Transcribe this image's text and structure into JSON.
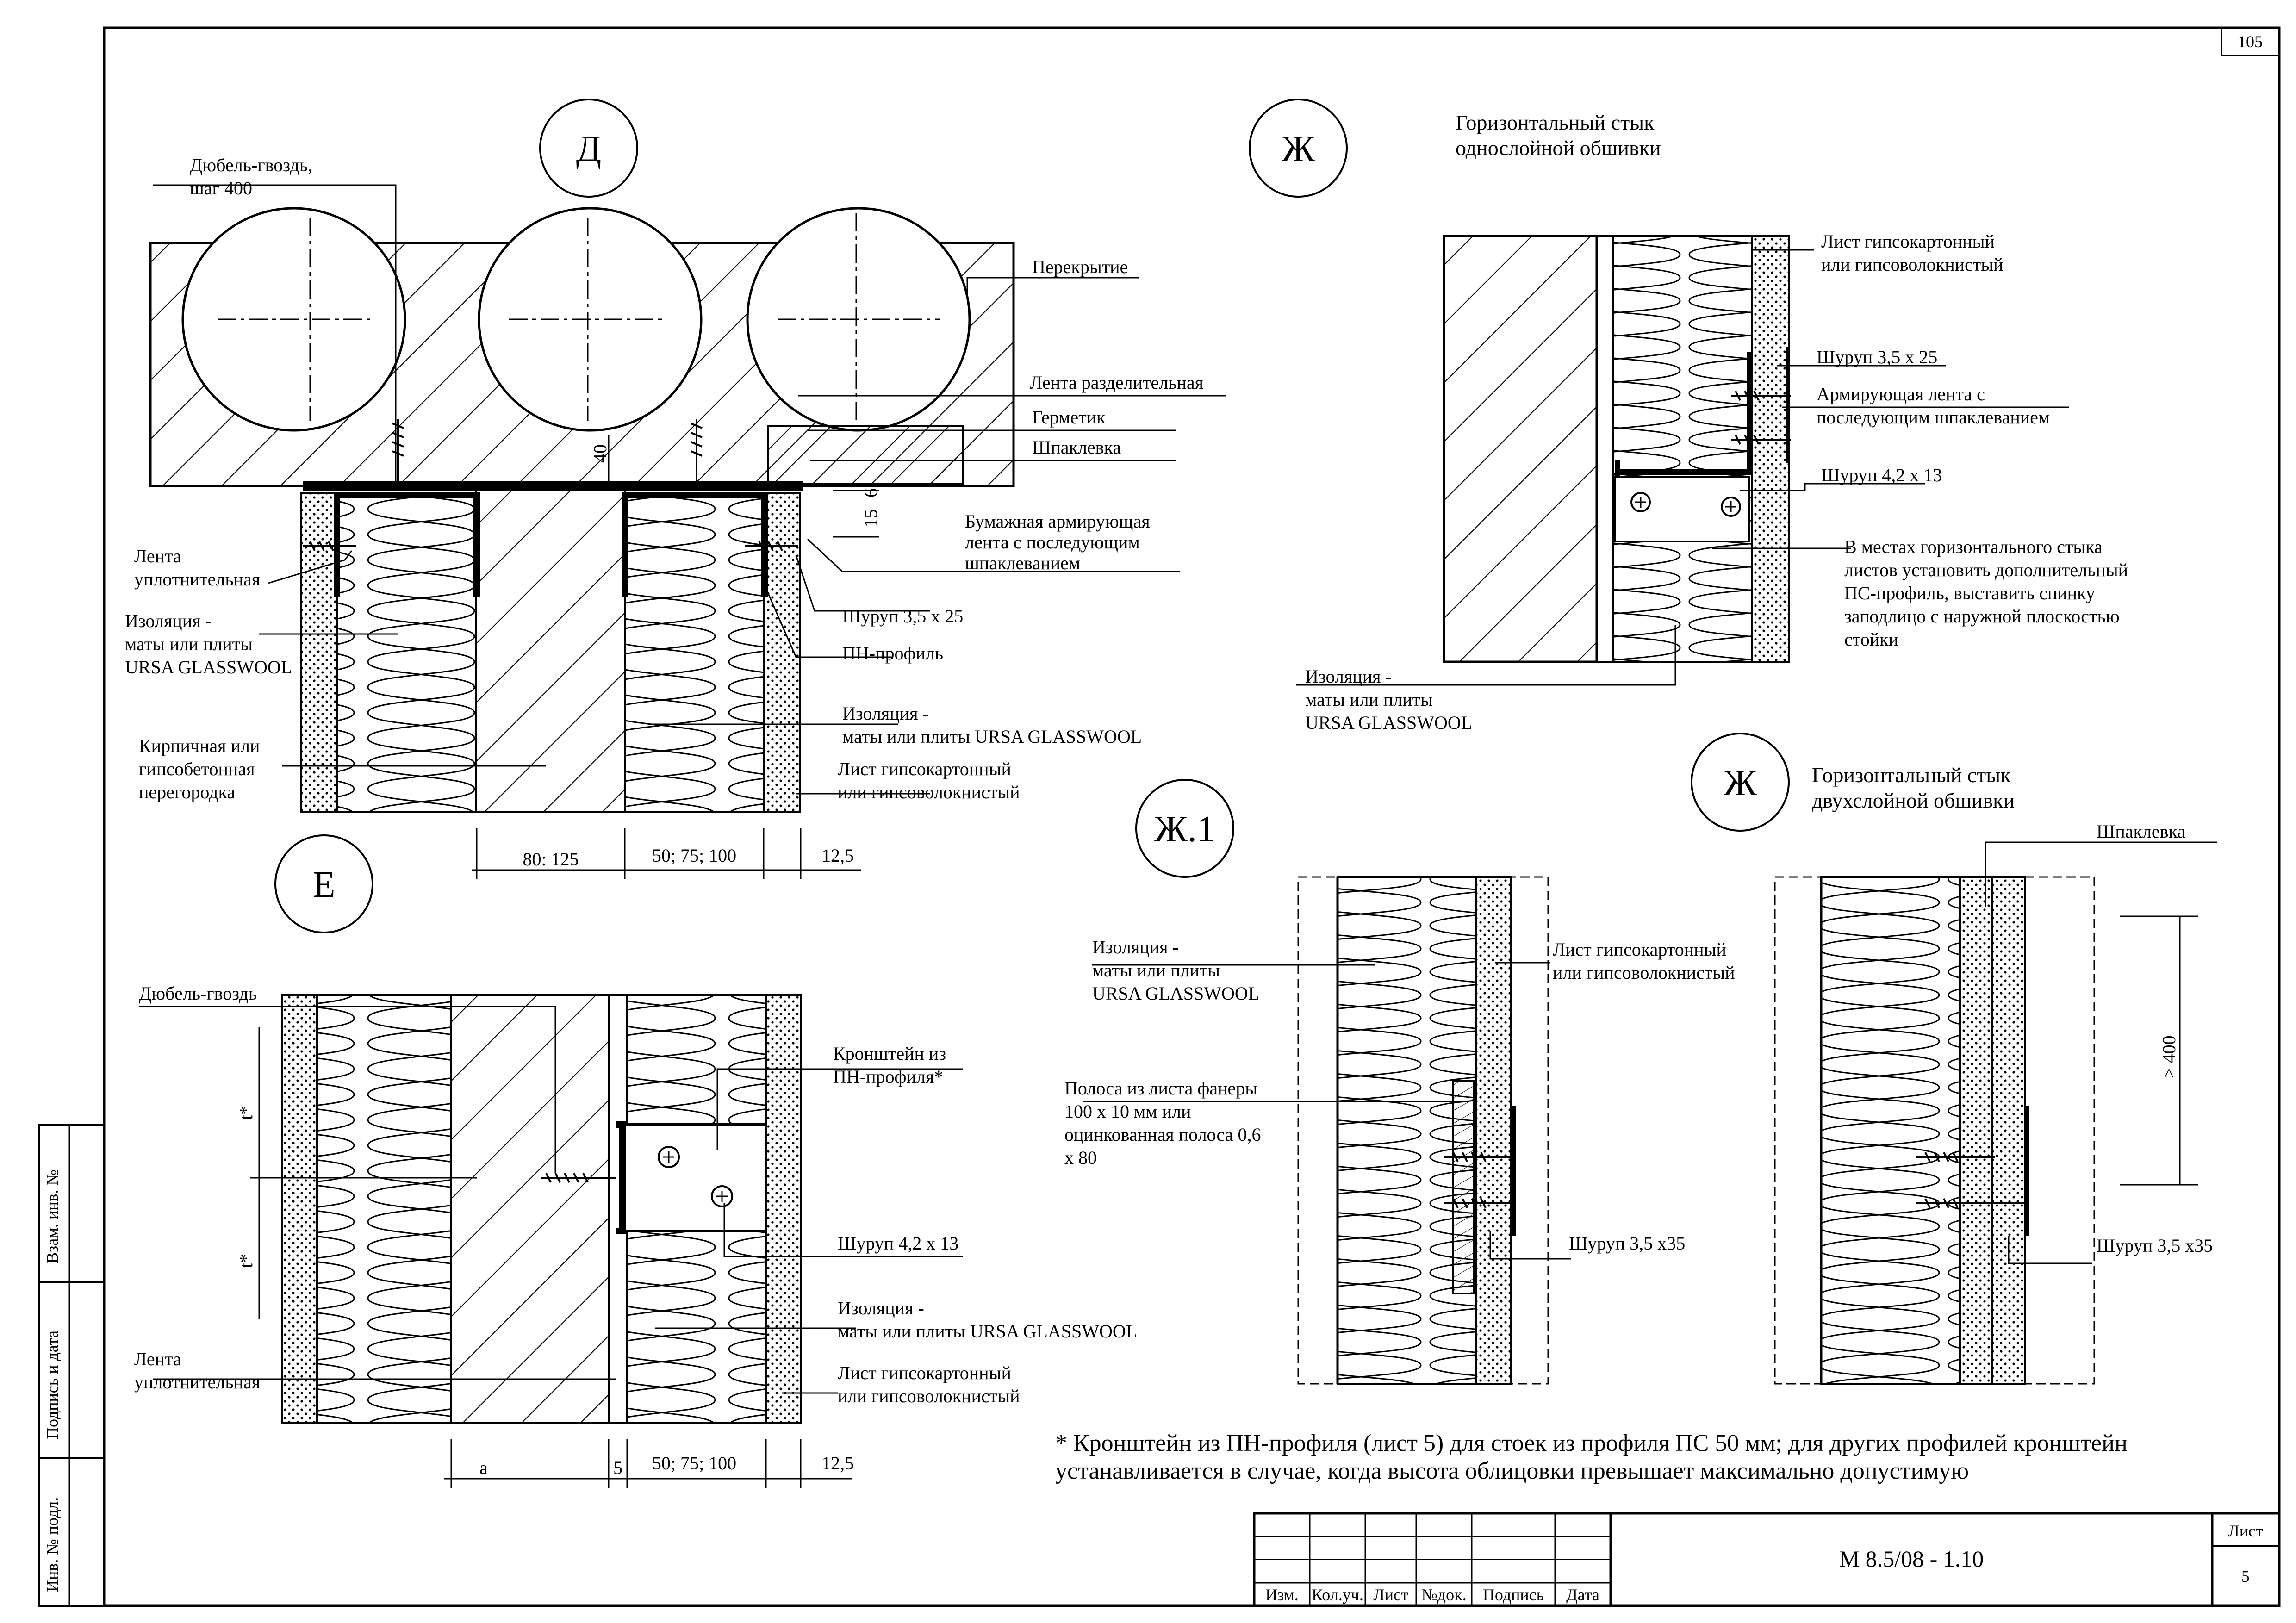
{
  "sheet": {
    "page_number": "105",
    "sheet_label": "Лист",
    "sheet_number": "5",
    "doc_code": "М 8.5/08 - 1.10"
  },
  "side_stamp": {
    "vzam": "Взам. инв. №",
    "podpis": "Подпись и дата",
    "inv": "Инв. № подл."
  },
  "title_block_headers": [
    "Изм.",
    "Кол.уч.",
    "Лист",
    "№док.",
    "Подпись",
    "Дата"
  ],
  "details": {
    "D": {
      "marker": "Д",
      "labels": {
        "dowel": "Дюбель-гвоздь,",
        "dowel_step": "шаг 400",
        "slab": "Перекрытие",
        "tape_sep": "Лента разделительная",
        "sealant": "Герметик",
        "putty": "Шпаклевка",
        "tape_seal_1": "Лента",
        "tape_seal_2": "уплотнительная",
        "paper_tape_1": "Бумажная армирующая",
        "paper_tape_2": "лента с последующим",
        "paper_tape_3": "шпаклеванием",
        "screw": "Шуруп 3,5 х 25",
        "pn": "ПН-профиль",
        "ins_l1": "Изоляция -",
        "ins_l2": "маты или плиты",
        "ins_l3": "URSA GLASSWOOL",
        "ins_r1": "Изоляция -",
        "ins_r2": "маты или плиты  URSA GLASSWOOL",
        "brick_1": "Кирпичная или",
        "brick_2": "гипсобетонная",
        "brick_3": "перегородка",
        "gkl_1": "Лист гипсокартонный",
        "gkl_2": "или гипсоволокнистый",
        "dim_40": "40",
        "dim_15": "15",
        "dim_6": "6",
        "dim_a": "80: 125",
        "dim_b": "50; 75; 100",
        "dim_c": "12,5"
      }
    },
    "E": {
      "marker": "Е",
      "labels": {
        "dowel": "Дюбель-гвоздь",
        "bracket_1": "Кронштейн из",
        "bracket_2": "ПН-профиля*",
        "screw": "Шуруп 4,2 х 13",
        "ins_1": "Изоляция -",
        "ins_2": "маты или плиты  URSA GLASSWOOL",
        "tape_1": "Лента",
        "tape_2": "уплотнительная",
        "gkl_1": "Лист гипсокартонный",
        "gkl_2": "или гипсоволокнистый",
        "t1": "t*",
        "t2": "t*",
        "dim_a": "а",
        "dim_5": "5",
        "dim_b": "50; 75; 100",
        "dim_c": "12,5"
      }
    },
    "Zh": {
      "marker": "Ж",
      "title_1": "Горизонтальный стык",
      "title_2": "однослойной обшивки",
      "labels": {
        "gkl_1": "Лист гипсокартонный",
        "gkl_2": "или гипсоволокнистый",
        "screw_a": "Шуруп 3,5 х 25",
        "tape_1": "Армирующая лента с",
        "tape_2": "последующим шпаклеванием",
        "screw_b": "Шуруп 4,2 х 13",
        "note_1": "В местах горизонтального стыка",
        "note_2": "листов установить дополнительный",
        "note_3": "ПС-профиль, выставить  спинку",
        "note_4": "заподлицо с  наружной плоскостью",
        "note_5": "стойки",
        "ins_1": "Изоляция -",
        "ins_2": "маты или плиты",
        "ins_3": "URSA GLASSWOOL"
      }
    },
    "Zh1": {
      "marker": "Ж.1",
      "labels": {
        "ins_1": "Изоляция -",
        "ins_2": "маты или плиты",
        "ins_3": "URSA GLASSWOOL",
        "gkl_1": "Лист гипсокартонный",
        "gkl_2": "или гипсоволокнистый",
        "strip_1": "Полоса из листа фанеры",
        "strip_2": "100  х 10 мм или",
        "strip_3": "оцинкованная полоса 0,6",
        "strip_4": "х 80",
        "screw": "Шуруп 3,5 х35"
      }
    },
    "Zh2": {
      "marker": "Ж",
      "title_1": "Горизонтальный стык",
      "title_2": "двухслойной обшивки",
      "labels": {
        "putty": "Шпаклевка",
        "dim": "> 400",
        "screw": "Шуруп 3,5 х35"
      }
    }
  },
  "footnote": {
    "line_1": "* Кронштейн из ПН-профиля (лист 5) для стоек из профиля ПС 50 мм; для других профилей кронштейн",
    "line_2": "устанавливается в случае, когда высота облицовки превышает максимально допустимую"
  }
}
